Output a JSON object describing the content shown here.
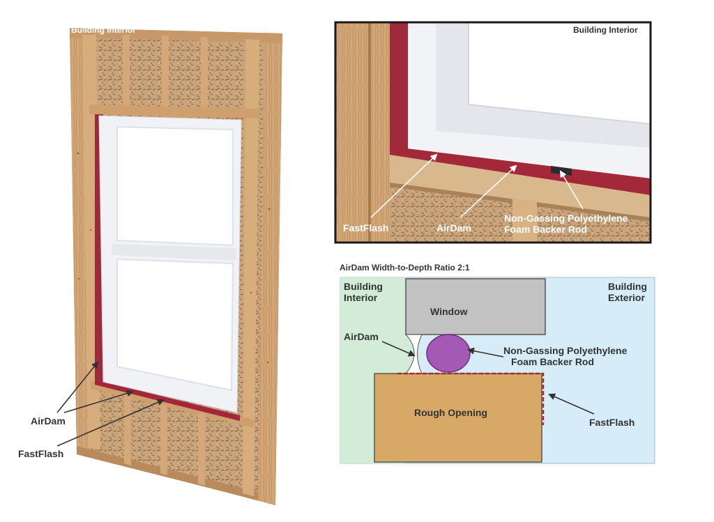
{
  "left_panel": {
    "corner_label": "Building Interior",
    "airdam_label": "AirDam",
    "fastflash_label": "FastFlash"
  },
  "photo_panel": {
    "corner_label": "Building Interior",
    "fastflash_label": "FastFlash",
    "airdam_label": "AirDam",
    "backer_rod_line1": "Non-Gassing Polyethylene",
    "backer_rod_line2": "Foam Backer Rod"
  },
  "section_diagram": {
    "title": "AirDam Width-to-Depth Ratio 2:1",
    "interior_line1": "Building",
    "interior_line2": "Interior",
    "exterior_line1": "Building",
    "exterior_line2": "Exterior",
    "window_label": "Window",
    "airdam_label": "AirDam",
    "backer_rod_line1": "Non-Gassing Polyethylene",
    "backer_rod_line2": "Foam Backer Rod",
    "rough_opening_label": "Rough Opening",
    "fastflash_label": "FastFlash",
    "colors": {
      "interior_zone": "#d3ecd7",
      "exterior_zone": "#d6ecf8",
      "window": "#c2c2c2",
      "backer_rod": "#a45ab4",
      "rough_opening": "#d7a866",
      "fastflash": "#b02a2a",
      "wood": "#c79a66",
      "insulation": "#b89064"
    }
  }
}
